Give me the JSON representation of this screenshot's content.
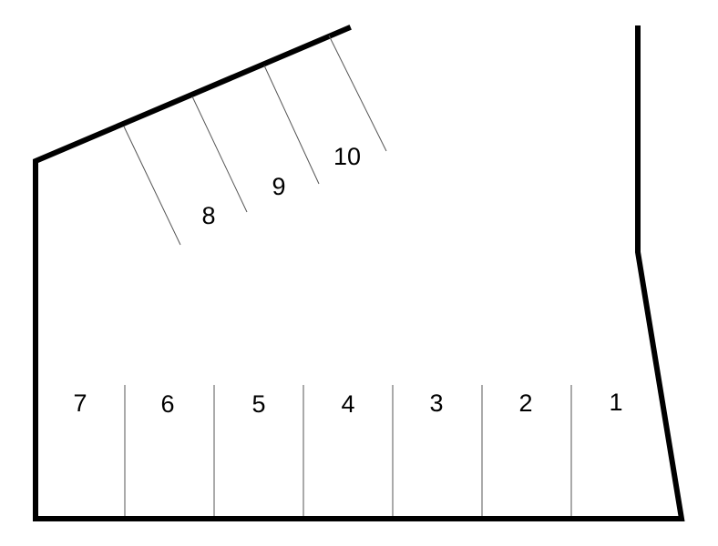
{
  "colors": {
    "wall": "#000000",
    "divider": "#555555",
    "label": "#000000",
    "background": "#ffffff"
  },
  "spaces": [
    {
      "number": "1"
    },
    {
      "number": "2"
    },
    {
      "number": "3"
    },
    {
      "number": "4"
    },
    {
      "number": "5"
    },
    {
      "number": "6"
    },
    {
      "number": "7"
    },
    {
      "number": "8"
    },
    {
      "number": "9"
    },
    {
      "number": "10"
    }
  ]
}
